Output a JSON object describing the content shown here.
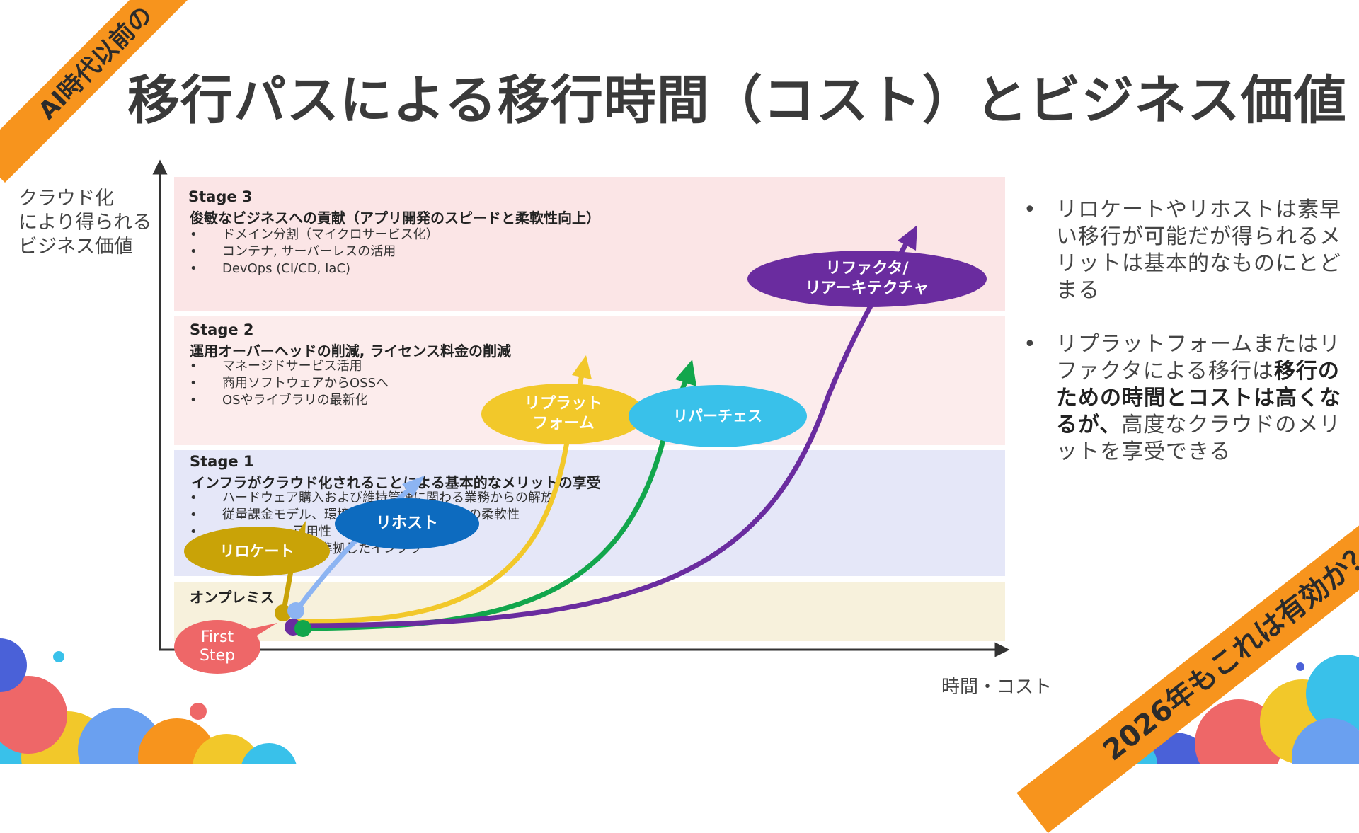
{
  "ribbons": {
    "top_left": "AI時代以前の",
    "bottom_right": "2026年もこれは有効か？"
  },
  "title": "移行パスによる移行時間（コスト）とビジネス価値",
  "axes": {
    "y_label": "クラウド化\nにより得られる\nビジネス価値",
    "x_label": "時間・コスト"
  },
  "stages": {
    "stage3": {
      "title": "Stage 3",
      "subtitle": "俊敏なビジネスへの貢献（アプリ開発のスピードと柔軟性向上）",
      "bullets": [
        "ドメイン分割（マイクロサービス化）",
        "コンテナ, サーバーレスの活用",
        "DevOps (CI/CD, IaC)"
      ]
    },
    "stage2": {
      "title": "Stage 2",
      "subtitle": "運用オーバーヘッドの削減, ライセンス料金の削減",
      "bullets": [
        "マネージドサービス活用",
        "商用ソフトウェアからOSSへ",
        "OSやライブラリの最新化"
      ]
    },
    "stage1": {
      "title": "Stage 1",
      "subtitle": "インフラがクラウド化されることによる基本的なメリットの享受",
      "bullets": [
        "ハードウェア購入および維持管理に関わる業務からの解放",
        "従量課金モデル、環境構築や環境拡張/縮小の柔軟性",
        "可用性",
        "ス準拠したインフラ"
      ]
    },
    "onprem": {
      "title": "オンプレミス"
    }
  },
  "paths": {
    "relocate": "リロケート",
    "rehost": "リホスト",
    "replatform": "リプラット\nフォーム",
    "repurchase": "リパーチェス",
    "refactor": "リファクタ/\nリアーキテクチャ"
  },
  "first_step": "First\nStep",
  "colors": {
    "relocate": "#c9a307",
    "rehost": "#8cb4f2",
    "replatform": "#f2c82a",
    "repurchase": "#12a64c",
    "refactor": "#6a2c9f",
    "ribbon": "#f7941d",
    "first_step": "#ee6768"
  },
  "right_points": [
    {
      "text": "リロケートやリホストは素早い移行が可能だが得られるメリットは基本的なものにとどまる"
    },
    {
      "pre": "リプラットフォームまたはリファクタによる移行は",
      "bold": "移行のための時間とコストは高くなるが、",
      "post": "高度なクラウドのメリットを享受できる"
    }
  ]
}
